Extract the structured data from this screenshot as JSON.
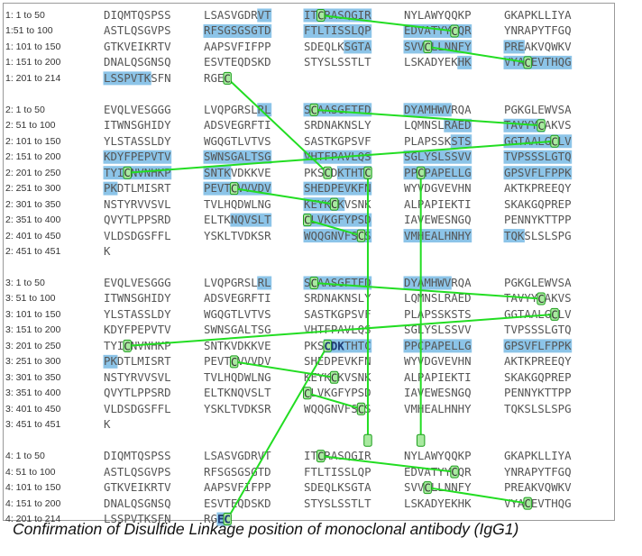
{
  "rows": [
    {
      "label": "1: 1 to 50",
      "blocks": [
        "DIQMTQSPSS",
        "LSASVGDRVT",
        "ITCRASQGIR",
        "NYLAWYQQKP",
        "GKAPKLLIYA"
      ]
    },
    {
      "label": "1:51 to 100",
      "blocks": [
        "ASTLQSGVPS",
        "RFSGSGSGTD",
        "FTLTISSLQP",
        "EDVATYYCQR",
        "YNRAPYTFGQ"
      ]
    },
    {
      "label": "1: 101 to 150",
      "blocks": [
        "GTKVEIKRTV",
        "AAPSVFIFPP",
        "SDEQLKSGTA",
        "SVVCLLNNFY",
        "PREAKVQWKV"
      ]
    },
    {
      "label": "1: 151 to 200",
      "blocks": [
        "DNALQSGNSQ",
        "ESVTEQDSKD",
        "STYSLSSTLT",
        "LSKADYEKHK",
        "VYACEVTHQG"
      ]
    },
    {
      "label": "1: 201 to 214",
      "blocks": [
        "LSSPVTKSFN",
        "RGEC",
        "",
        "",
        ""
      ]
    },
    {
      "label": "",
      "blocks": [
        "",
        "",
        "",
        "",
        ""
      ]
    },
    {
      "label": "2: 1 to 50",
      "blocks": [
        "EVQLVESGGG",
        "LVQPGRSLRL",
        "SCAASGFTFD",
        "DYAMHWVRQA",
        "PGKGLEWVSA"
      ]
    },
    {
      "label": "2: 51 to 100",
      "blocks": [
        "ITWNSGHIDY",
        "ADSVEGRFTI",
        "SRDNAKNSLY",
        "LQMNSLRAED",
        "TAVYYCAKVS"
      ]
    },
    {
      "label": "2: 101 to 150",
      "blocks": [
        "YLSTASSLDY",
        "WGQGTLVTVS",
        "SASTKGPSVF",
        "PLAPSSKSTS",
        "GGTAALGCLV"
      ]
    },
    {
      "label": "2: 151 to 200",
      "blocks": [
        "KDYFPEPVTV",
        "SWNSGALTSG",
        "VHTFPAVLQS",
        "SGLYSLSSVV",
        "TVPSSSLGTQ"
      ]
    },
    {
      "label": "2: 201 to 250",
      "blocks": [
        "TYICNVNHKP",
        "SNTKVDKKVE",
        "PKSCDKTHTC",
        "PPCPAPELLG",
        "GPSVFLFPPK"
      ]
    },
    {
      "label": "2: 251 to 300",
      "blocks": [
        "PKDTLMISRT",
        "PEVTCVVVDV",
        "SHEDPEVKFN",
        "WYVDGVEVHN",
        "AKTKPREEQY"
      ]
    },
    {
      "label": "2: 301 to 350",
      "blocks": [
        "NSTYRVVSVL",
        "TVLHQDWLNG",
        "KEYKCKVSNK",
        "ALPAPIEKTI",
        "SKAKGQPREP"
      ]
    },
    {
      "label": "2: 351 to 400",
      "blocks": [
        "QVYTLPPSRD",
        "ELTKNQVSLT",
        "CLVKGFYPSD",
        "IAVEWESNGQ",
        "PENNYKTTPP"
      ]
    },
    {
      "label": "2: 401 to 450",
      "blocks": [
        "VLDSDGSFFL",
        "YSKLTVDKSR",
        "WQQGNVFSCS",
        "VMHEALHNHY",
        "TQKSLSLSPG"
      ]
    },
    {
      "label": "2: 451 to 451",
      "blocks": [
        "K",
        "",
        "",
        "",
        ""
      ]
    },
    {
      "label": "",
      "blocks": [
        "",
        "",
        "",
        "",
        ""
      ]
    },
    {
      "label": "3: 1 to 50",
      "blocks": [
        "EVQLVESGGG",
        "LVQPGRSLRL",
        "SCAASGFTFD",
        "DYAMHWVRQA",
        "PGKGLEWVSA"
      ]
    },
    {
      "label": "3: 51 to 100",
      "blocks": [
        "ITWNSGHIDY",
        "ADSVEGRFTI",
        "SRDNAKNSLY",
        "LQMNSLRAED",
        "TAVYYCAKVS"
      ]
    },
    {
      "label": "3: 101 to 150",
      "blocks": [
        "YLSTASSLDY",
        "WGQGTLVTVS",
        "SASTKGPSVF",
        "PLAPSSKSTS",
        "GGTAALGCLV"
      ]
    },
    {
      "label": "3: 151 to 200",
      "blocks": [
        "KDYFPEPVTV",
        "SWNSGALTSG",
        "VHTFPAVLQS",
        "SGLYSLSSVV",
        "TVPSSSLGTQ"
      ]
    },
    {
      "label": "3: 201 to 250",
      "blocks": [
        "TYICNVNHKP",
        "SNTKVDKKVE",
        "PKSCDKTHTC",
        "PPCPAPELLG",
        "GPSVFLFPPK"
      ]
    },
    {
      "label": "3: 251 to 300",
      "blocks": [
        "PKDTLMISRT",
        "PEVTCVVVDV",
        "SHEDPEVKFN",
        "WYVDGVEVHN",
        "AKTKPREEQY"
      ]
    },
    {
      "label": "3: 301 to 350",
      "blocks": [
        "NSTYRVVSVL",
        "TVLHQDWLNG",
        "KEYKCKVSNK",
        "ALPAPIEKTI",
        "SKAKGQPREP"
      ]
    },
    {
      "label": "3: 351 to 400",
      "blocks": [
        "QVYTLPPSRD",
        "ELTKNQVSLT",
        "CLVKGFYPSD",
        "IAVEWESNGQ",
        "PENNYKTTPP"
      ]
    },
    {
      "label": "3: 401 to 450",
      "blocks": [
        "VLDSDGSFFL",
        "YSKLTVDKSR",
        "WQQGNVFSCS",
        "VMHEALHNHY",
        "TQKSLSLSPG"
      ]
    },
    {
      "label": "3: 451 to 451",
      "blocks": [
        "K",
        "",
        "",
        "",
        ""
      ]
    },
    {
      "label": "",
      "blocks": [
        "",
        "",
        "",
        "",
        ""
      ]
    },
    {
      "label": "4: 1 to 50",
      "blocks": [
        "DIQMTQSPSS",
        "LSASVGDRVT",
        "ITCRASQGIR",
        "NYLAWYQQKP",
        "GKAPKLLIYA"
      ]
    },
    {
      "label": "4: 51 to 100",
      "blocks": [
        "ASTLQSGVPS",
        "RFSGSGSGTD",
        "FTLTISSLQP",
        "EDVATYYCQR",
        "YNRAPYTFGQ"
      ]
    },
    {
      "label": "4: 101 to 150",
      "blocks": [
        "GTKVEIKRTV",
        "AAPSVFIFPP",
        "SDEQLKSGTA",
        "SVVCLLNNFY",
        "PREAKVQWKV"
      ]
    },
    {
      "label": "4: 151 to 200",
      "blocks": [
        "DNALQSGNSQ",
        "ESVTEQDSKD",
        "STYSLSSTLT",
        "LSKADYEKHK",
        "VYACEVTHQG"
      ]
    },
    {
      "label": "4: 201 to 214",
      "blocks": [
        "LSSPVTKSFN",
        "RGEC",
        "",
        "",
        ""
      ]
    }
  ],
  "highlights": [
    {
      "row": 0,
      "block": 1,
      "from": 8,
      "to": 9
    },
    {
      "row": 0,
      "block": 2,
      "from": 0,
      "to": 9
    },
    {
      "row": 1,
      "block": 1,
      "from": 0,
      "to": 9
    },
    {
      "row": 1,
      "block": 2,
      "from": 0,
      "to": 9
    },
    {
      "row": 1,
      "block": 3,
      "from": 0,
      "to": 9
    },
    {
      "row": 2,
      "block": 2,
      "from": 6,
      "to": 9
    },
    {
      "row": 2,
      "block": 3,
      "from": 0,
      "to": 9
    },
    {
      "row": 2,
      "block": 4,
      "from": 0,
      "to": 2
    },
    {
      "row": 3,
      "block": 3,
      "from": 8,
      "to": 9
    },
    {
      "row": 3,
      "block": 4,
      "from": 0,
      "to": 9
    },
    {
      "row": 4,
      "block": 0,
      "from": 0,
      "to": 6
    },
    {
      "row": 6,
      "block": 1,
      "from": 8,
      "to": 9
    },
    {
      "row": 6,
      "block": 2,
      "from": 0,
      "to": 9
    },
    {
      "row": 6,
      "block": 3,
      "from": 0,
      "to": 6
    },
    {
      "row": 7,
      "block": 3,
      "from": 6,
      "to": 9
    },
    {
      "row": 7,
      "block": 4,
      "from": 0,
      "to": 5
    },
    {
      "row": 8,
      "block": 3,
      "from": 7,
      "to": 9
    },
    {
      "row": 8,
      "block": 4,
      "from": 0,
      "to": 9
    },
    {
      "row": 9,
      "block": 0,
      "from": 0,
      "to": 9
    },
    {
      "row": 9,
      "block": 1,
      "from": 0,
      "to": 9
    },
    {
      "row": 9,
      "block": 2,
      "from": 0,
      "to": 9
    },
    {
      "row": 9,
      "block": 3,
      "from": 0,
      "to": 9
    },
    {
      "row": 9,
      "block": 4,
      "from": 0,
      "to": 9
    },
    {
      "row": 10,
      "block": 0,
      "from": 0,
      "to": 9
    },
    {
      "row": 10,
      "block": 1,
      "from": 0,
      "to": 3
    },
    {
      "row": 10,
      "block": 2,
      "from": 5,
      "to": 9
    },
    {
      "row": 10,
      "block": 3,
      "from": 0,
      "to": 9
    },
    {
      "row": 10,
      "block": 4,
      "from": 0,
      "to": 9
    },
    {
      "row": 11,
      "block": 0,
      "from": 0,
      "to": 1
    },
    {
      "row": 11,
      "block": 1,
      "from": 0,
      "to": 9
    },
    {
      "row": 11,
      "block": 2,
      "from": 0,
      "to": 9
    },
    {
      "row": 12,
      "block": 2,
      "from": 0,
      "to": 5
    },
    {
      "row": 13,
      "block": 1,
      "from": 4,
      "to": 9
    },
    {
      "row": 13,
      "block": 2,
      "from": 0,
      "to": 9
    },
    {
      "row": 14,
      "block": 2,
      "from": 0,
      "to": 9
    },
    {
      "row": 14,
      "block": 3,
      "from": 0,
      "to": 9
    },
    {
      "row": 14,
      "block": 4,
      "from": 0,
      "to": 2
    },
    {
      "row": 17,
      "block": 1,
      "from": 8,
      "to": 9
    },
    {
      "row": 17,
      "block": 2,
      "from": 0,
      "to": 9
    },
    {
      "row": 17,
      "block": 3,
      "from": 0,
      "to": 6
    },
    {
      "row": 21,
      "block": 2,
      "from": 3,
      "to": 9
    },
    {
      "row": 21,
      "block": 3,
      "from": 0,
      "to": 9
    },
    {
      "row": 21,
      "block": 4,
      "from": 0,
      "to": 9
    },
    {
      "row": 22,
      "block": 0,
      "from": 0,
      "to": 1
    }
  ],
  "bonds": [
    {
      "from": [
        0,
        2,
        2
      ],
      "to": [
        1,
        3,
        7
      ]
    },
    {
      "from": [
        2,
        3,
        3
      ],
      "to": [
        3,
        4,
        3
      ]
    },
    {
      "from": [
        4,
        1,
        3
      ],
      "to": [
        10,
        2,
        3
      ]
    },
    {
      "from": [
        6,
        2,
        1
      ],
      "to": [
        7,
        4,
        5
      ]
    },
    {
      "from": [
        8,
        4,
        7
      ],
      "to": [
        10,
        0,
        3
      ]
    },
    {
      "from": [
        10,
        2,
        9
      ],
      "to": [
        27,
        2,
        9
      ]
    },
    {
      "from": [
        10,
        3,
        2
      ],
      "to": [
        27,
        3,
        2
      ]
    },
    {
      "from": [
        11,
        1,
        4
      ],
      "to": [
        12,
        2,
        4
      ]
    },
    {
      "from": [
        13,
        2,
        0
      ],
      "to": [
        14,
        2,
        8
      ]
    },
    {
      "from": [
        17,
        2,
        1
      ],
      "to": [
        18,
        4,
        5
      ]
    },
    {
      "from": [
        19,
        4,
        7
      ],
      "to": [
        21,
        0,
        3
      ]
    },
    {
      "from": [
        21,
        2,
        3
      ],
      "to": [
        32,
        1,
        3
      ]
    },
    {
      "from": [
        22,
        1,
        4
      ],
      "to": [
        23,
        2,
        4
      ]
    },
    {
      "from": [
        24,
        2,
        0
      ],
      "to": [
        25,
        2,
        8
      ]
    },
    {
      "from": [
        28,
        2,
        2
      ],
      "to": [
        29,
        3,
        7
      ]
    },
    {
      "from": [
        30,
        3,
        3
      ],
      "to": [
        31,
        4,
        3
      ]
    }
  ],
  "emphasized": [
    {
      "row": 21,
      "block": 2,
      "from": 3,
      "to": 5,
      "color": "#1f3e7a"
    },
    {
      "row": 32,
      "block": 1,
      "from": 2,
      "to": 3,
      "color": "#1f3e7a"
    }
  ],
  "caption": "Confirmation of Disulfide Linkage position of monoclonal antibody (IgG1)",
  "colors": {
    "highlight": "#8cc4e8",
    "bond_line": "#22dd22",
    "cys_box_fill": "#a9e9a0",
    "cys_box_stroke": "#1a9e1a",
    "text": "#555555"
  }
}
